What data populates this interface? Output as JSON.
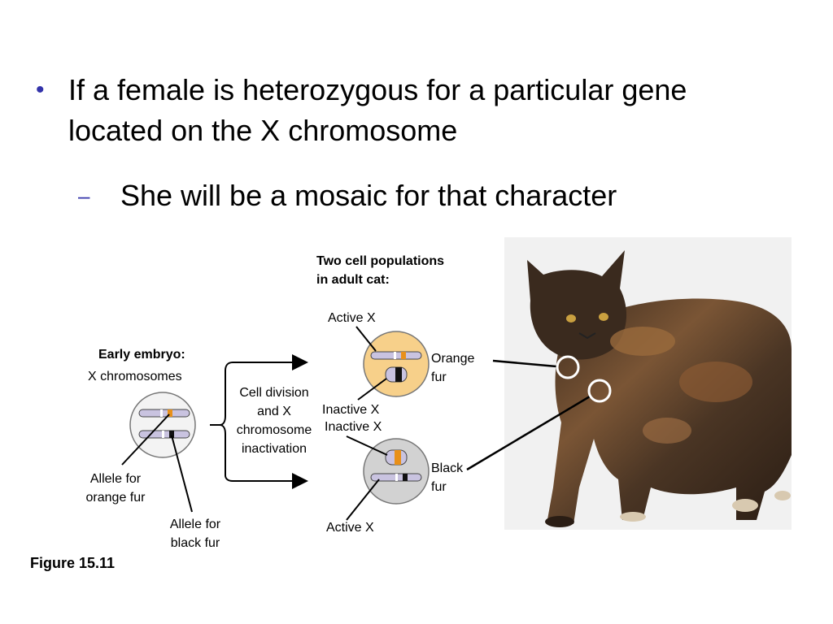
{
  "slide": {
    "bullet_main": "If a female is heterozygous for a particular gene located on the X chromosome",
    "bullet_sub": "She will be a mosaic for that character"
  },
  "diagram": {
    "populations_title_line1": "Two cell populations",
    "populations_title_line2": "in adult cat:",
    "early_embryo": "Early embryo:",
    "x_chromosomes": "X chromosomes",
    "cell_division_line1": "Cell division",
    "cell_division_line2": "and X",
    "cell_division_line3": "chromosome",
    "cell_division_line4": "inactivation",
    "active_x_top": "Active X",
    "inactive_x_top": "Inactive X",
    "inactive_x_bottom": "Inactive X",
    "active_x_bottom": "Active X",
    "orange_fur_line1": "Orange",
    "orange_fur_line2": "fur",
    "black_fur_line1": "Black",
    "black_fur_line2": "fur",
    "allele_orange_line1": "Allele for",
    "allele_orange_line2": "orange fur",
    "allele_black_line1": "Allele for",
    "allele_black_line2": "black fur",
    "figure_label": "Figure 15.11",
    "colors": {
      "bullet": "#3333aa",
      "orange_cell": "#f7d08a",
      "black_cell": "#d2d2d2",
      "chromosome": "#c9c3e0",
      "orange_allele": "#e8901a",
      "black_allele": "#111111"
    }
  }
}
